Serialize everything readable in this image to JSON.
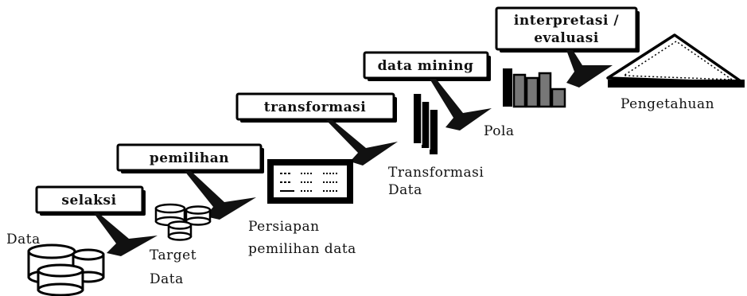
{
  "steps": [
    {
      "label": "selaksi"
    },
    {
      "label": "pemilihan"
    },
    {
      "label": "transformasi"
    },
    {
      "label": "data mining"
    },
    {
      "label": "interpretasi /",
      "label2": "evaluasi"
    }
  ],
  "artifacts": {
    "data": "Data",
    "target_data_1": "Target",
    "target_data_2": "Data",
    "preprocessed_1": "Persiapan",
    "preprocessed_2": "pemilihan data",
    "transformed_1": "Transformasi",
    "transformed_2": "Data",
    "patterns": "Pola",
    "knowledge": "Pengetahuan"
  },
  "colors": {
    "ink": "#111111",
    "bar_fill": "#777777",
    "background": "#ffffff"
  }
}
